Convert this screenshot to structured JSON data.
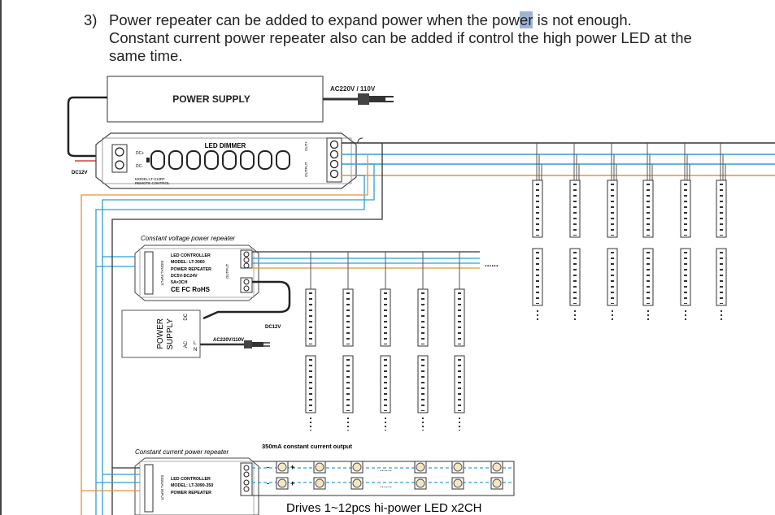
{
  "colors": {
    "orange": "#e8923a",
    "blue": "#2f9fd6",
    "dark": "#333333",
    "text": "#222222",
    "highlight": "#9fb3d6"
  },
  "step": {
    "number": "3)",
    "line1_a": "Power repeater can be added to expand power when the pow",
    "line1_sel": "er",
    "line1_b": " is not enough.",
    "line2": "Constant current power repeater also can be added if control the high power LED at the",
    "line3": "same time."
  },
  "power_supply_top": {
    "label": "POWER SUPPLY",
    "ac_label": "AC220V / 110V"
  },
  "dimmer": {
    "label": "LED  DIMMER",
    "model_line1": "MODEL:LT-213RF",
    "model_line2": "REMOTE  CONTROL",
    "dc_in_label": "DC12V",
    "dc_plus": "DC+",
    "dc_minus": "DC-",
    "out_label_1": "OUT+",
    "out_label_2": "OUTPUT"
  },
  "cv_repeater": {
    "title": "Constant  voltage power repeater",
    "line1": "LED CONTROLLER",
    "line2": "MODEL: LT-3060",
    "line3": "POWER REPEATER",
    "line4": "DC5V-DC24V",
    "line5": "5A×3CH",
    "marks": "CE FC RoHS",
    "signal_input": "SIGNAL INPUT",
    "output": "OUTPUT"
  },
  "power_supply_mid": {
    "label_line1": "POWER",
    "label_line2": "SUPPLY",
    "dc_label": "DC",
    "ac_label": "AC",
    "l_label": "L",
    "n_label": "N",
    "ac_voltage": "AC220V/110V",
    "dc_voltage": "DC12V"
  },
  "cc_repeater": {
    "title": "Constant current power repeater",
    "line1": "LED  CONTROLLER",
    "line2": "MODEL: LT-3090-350",
    "line3": "POWER  REPEATER",
    "signal_input": "SIGNAL INPUT",
    "output_label": "350mA constant current output"
  },
  "bottom_caption": "Drives 1~12pcs hi-power LED x2CH",
  "ellipsis": "......",
  "led_plus": "+",
  "led_minus": "-"
}
